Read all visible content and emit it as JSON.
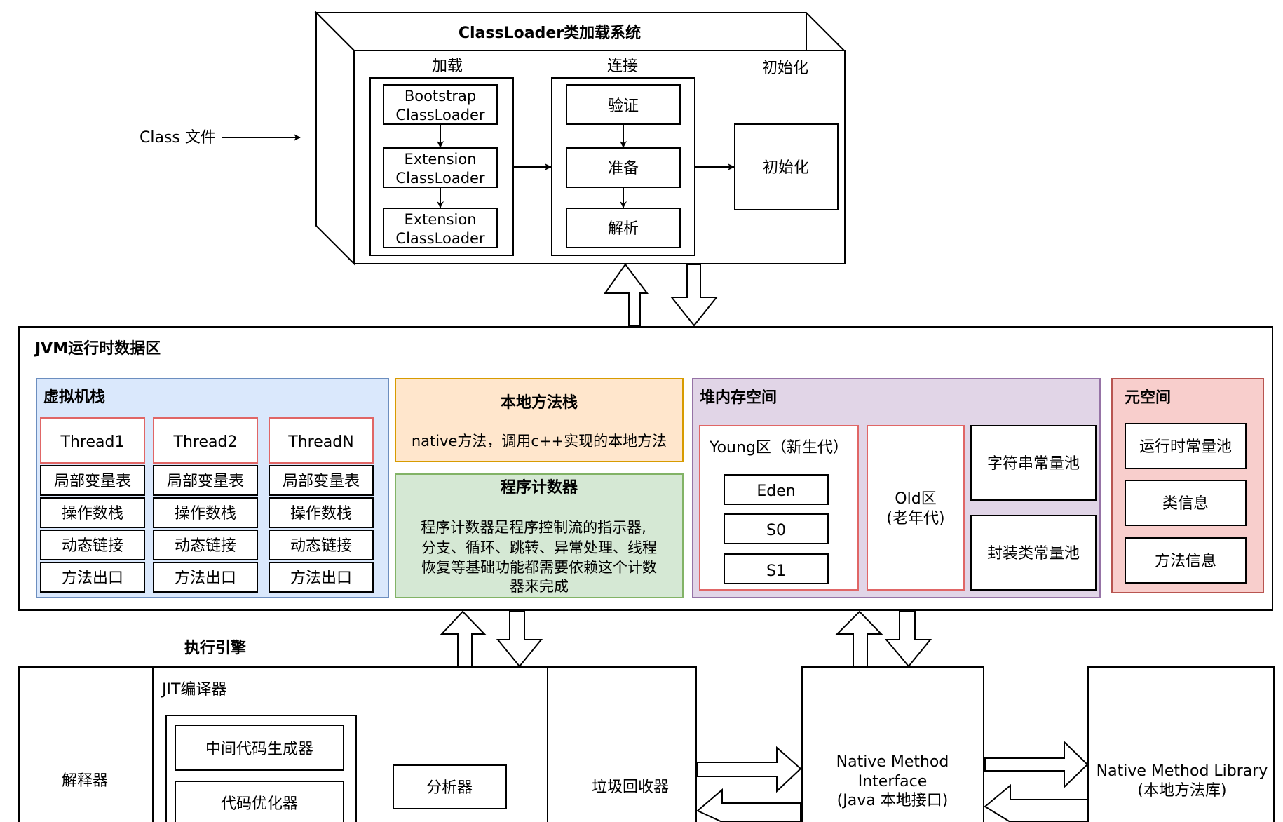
{
  "class_file": "Class 文件",
  "classloader": {
    "title": "ClassLoader类加载系统",
    "loading": {
      "title": "加载",
      "bootstrap_line1": "Bootstrap",
      "bootstrap_line2": "ClassLoader",
      "extension1_line1": "Extension",
      "extension1_line2": "ClassLoader",
      "extension2_line1": "Extension",
      "extension2_line2": "ClassLoader"
    },
    "linking": {
      "title": "连接",
      "verify": "验证",
      "prepare": "准备",
      "resolve": "解析"
    },
    "init": {
      "title": "初始化",
      "box": "初始化"
    }
  },
  "runtime": {
    "title": "JVM运行时数据区",
    "vm_stack": {
      "title": "虚拟机栈",
      "threads": [
        {
          "name": "Thread1",
          "rows": [
            "局部变量表",
            "操作数栈",
            "动态链接",
            "方法出口"
          ]
        },
        {
          "name": "Thread2",
          "rows": [
            "局部变量表",
            "操作数栈",
            "动态链接",
            "方法出口"
          ]
        },
        {
          "name": "ThreadN",
          "rows": [
            "局部变量表",
            "操作数栈",
            "动态链接",
            "方法出口"
          ]
        }
      ]
    },
    "native_stack": {
      "title": "本地方法栈",
      "desc": "native方法，调用c++实现的本地方法"
    },
    "pc": {
      "title": "程序计数器",
      "line1": "程序计数器是程序控制流的指示器,",
      "line2": "分支、循环、跳转、异常处理、线程",
      "line3": "恢复等基础功能都需要依赖这个计数",
      "line4": "器来完成"
    },
    "heap": {
      "title": "堆内存空间",
      "young": "Young区（新生代）",
      "eden": "Eden",
      "s0": "S0",
      "s1": "S1",
      "old_line1": "Old区",
      "old_line2": "(老年代)",
      "string_pool": "字符串常量池",
      "wrapper_pool": "封装类常量池"
    },
    "metaspace": {
      "title": "元空间",
      "items": [
        "运行时常量池",
        "类信息",
        "方法信息"
      ]
    }
  },
  "engine": {
    "title": "执行引擎",
    "interpreter": "解释器",
    "jit": {
      "title": "JIT编译器",
      "intermediate": "中间代码生成器",
      "optimizer": "代码优化器",
      "analyzer": "分析器"
    },
    "gc": "垃圾回收器"
  },
  "native_interface": {
    "line1": "Native Method",
    "line2": "Interface",
    "line3": "(Java 本地接口)"
  },
  "native_library": {
    "line1": "Native Method Library",
    "line2": "(本地方法库)"
  },
  "colors": {
    "vm_stack_fill": "#dae8fc",
    "vm_stack_stroke": "#6c8ebf",
    "native_fill": "#ffe6cc",
    "native_stroke": "#d79b00",
    "pc_fill": "#d5e8d4",
    "pc_stroke": "#82b366",
    "heap_fill": "#e1d5e7",
    "heap_stroke": "#9673a6",
    "meta_fill": "#f8cecc",
    "meta_stroke": "#b85450",
    "red_stroke": "#e06666"
  }
}
